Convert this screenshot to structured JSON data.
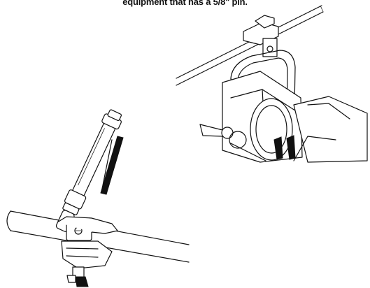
{
  "caption": "equipment that has a 5/8\" pin.",
  "illustrations": [
    {
      "id": "fresnel-light-on-pipe-clamp",
      "icon": "fresnel-light-drawing"
    },
    {
      "id": "baby-pin-on-pipe-clamp",
      "icon": "baby-pin-clamp-drawing"
    }
  ]
}
